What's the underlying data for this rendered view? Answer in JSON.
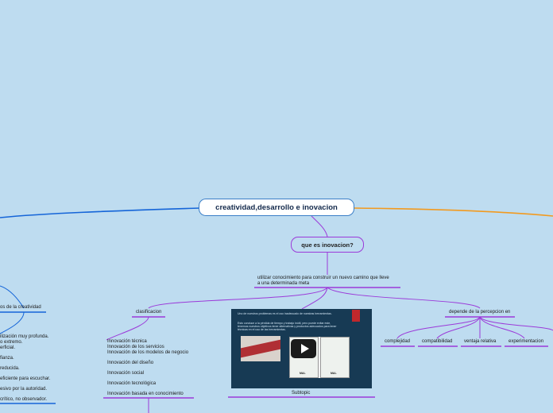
{
  "colors": {
    "background": "#bedcf0",
    "left_branch": "#1565d8",
    "right_branch": "#f29a1f",
    "sub_branch": "#9b3ad9",
    "central_border": "#3a7ec7"
  },
  "central": {
    "label": "creatividad,desarrollo e inovacion"
  },
  "question": {
    "label": "que es inovacion?"
  },
  "definition": {
    "line1": "utilizar conocimiento para construir un nuevo camino que lleve",
    "line2": "a una determinada meta"
  },
  "clasificacion": {
    "label": "clasificacion",
    "items": [
      "Innovación técnica",
      "Innovación de los servicios",
      "Innovación de los modelos de negocio",
      "Innovación del diseño",
      "Innovación social",
      "Innovación tecnológica",
      "Innovación basada en conocimiento"
    ]
  },
  "subtopic": {
    "label": "Subtopic",
    "slide": {
      "bullet1": "Uno de nuestros problemas es el uso inadecuado de nuestras herramientas.",
      "bullet2": "Esto conduce a la pérdida de tiempo y trabajo inútil, pero puede evitar este, tenemos nuestros objetivos tener alternativas y productos adecuados para tener técnicas en el uso de las herramientas.",
      "label_left": "MAL",
      "label_right": "MAL",
      "icon": "play-icon"
    }
  },
  "percepcion": {
    "label": "depende de la percepcion en",
    "items": [
      "complejidad",
      "compatibilidad",
      "ventaja relativa",
      "experimentacion"
    ]
  },
  "left_cut": {
    "header": "os de la creatividad",
    "lines": [
      "ilización muy profunda.",
      "o extremo.",
      "erficial.",
      "fianza.",
      "reducida.",
      "eficiente para escuchar.",
      "esivo por la autoridad.",
      "crítico, no observador."
    ]
  }
}
